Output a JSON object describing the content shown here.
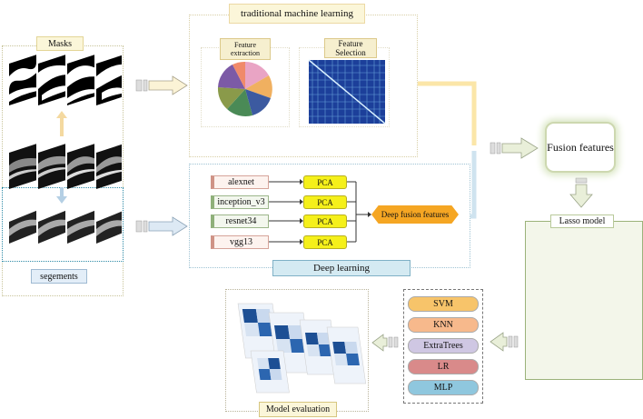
{
  "masks_label": "Masks",
  "segments_label": "segements",
  "traditional": {
    "title": "traditional machine learning",
    "feature_extraction": "Feature extraction",
    "feature_selection": "Feature Selection"
  },
  "deep": {
    "title": "Deep learning",
    "networks": [
      "alexnet",
      "inception_v3",
      "resnet34",
      "vgg13"
    ],
    "pca": "PCA",
    "fusion_label": "Deep fusion features"
  },
  "fusion_features": "Fusion features",
  "lasso_label": "Lasso model",
  "models": [
    "SVM",
    "KNN",
    "ExtraTrees",
    "LR",
    "MLP"
  ],
  "model_colors": [
    "#f7c46a",
    "#f7b98c",
    "#cfc7e3",
    "#d98a8a",
    "#8fc7de"
  ],
  "evaluation_label": "Model evaluation",
  "colors": {
    "arrow_yellow": "#fbf3d6",
    "arrow_blue": "#dde9f4",
    "arrow_green": "#e9efd9"
  }
}
